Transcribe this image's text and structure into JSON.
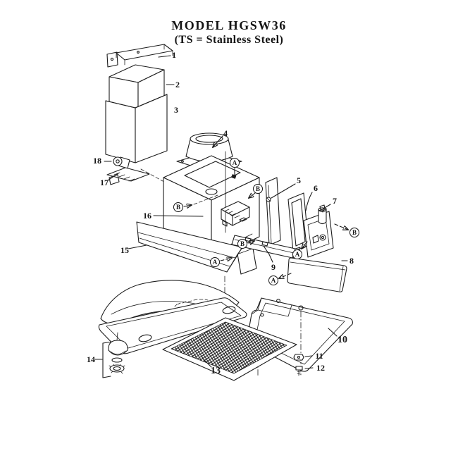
{
  "title": {
    "line1": "MODEL HGSW36",
    "line2": "(TS = Stainless Steel)"
  },
  "callouts": [
    {
      "label": "1"
    },
    {
      "label": "2"
    },
    {
      "label": "3"
    },
    {
      "label": "4"
    },
    {
      "label": "5"
    },
    {
      "label": "6"
    },
    {
      "label": "7"
    },
    {
      "label": "8"
    },
    {
      "label": "9"
    },
    {
      "label": "10"
    },
    {
      "label": "11"
    },
    {
      "label": "12"
    },
    {
      "label": "13"
    },
    {
      "label": "14"
    },
    {
      "label": "15"
    },
    {
      "label": "16"
    },
    {
      "label": "17"
    },
    {
      "label": "18"
    }
  ],
  "fasteners": [
    {
      "label": "A"
    },
    {
      "label": "B"
    },
    {
      "label": "B"
    },
    {
      "label": "B"
    },
    {
      "label": "A"
    },
    {
      "label": "A"
    },
    {
      "label": "A"
    },
    {
      "label": "B"
    }
  ],
  "colors": {
    "ink": "#1c1c1c",
    "background": "#ffffff"
  }
}
